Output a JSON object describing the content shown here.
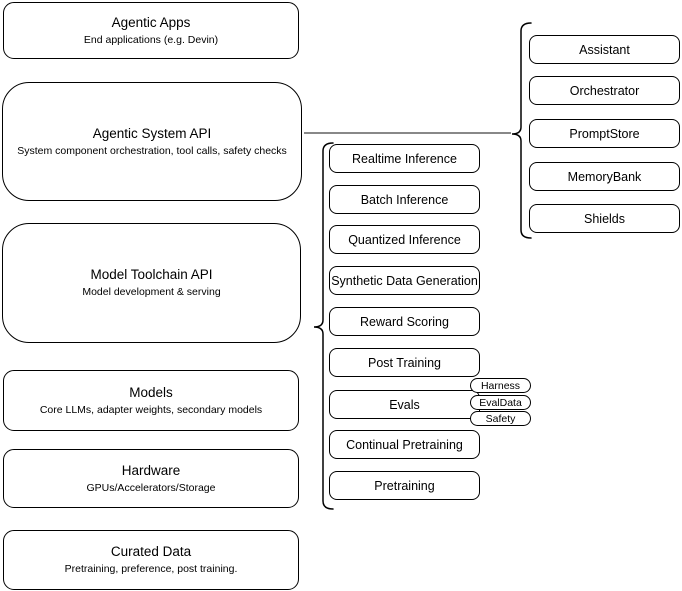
{
  "diagram": {
    "left_stack": [
      {
        "title": "Agentic Apps",
        "subtitle": "End applications (e.g. Devin)"
      },
      {
        "title": "Agentic System API",
        "subtitle": "System component orchestration, tool calls, safety checks"
      },
      {
        "title": "Model Toolchain API",
        "subtitle": "Model development & serving"
      },
      {
        "title": "Models",
        "subtitle": "Core LLMs, adapter weights, secondary models"
      },
      {
        "title": "Hardware",
        "subtitle": "GPUs/Accelerators/Storage"
      },
      {
        "title": "Curated Data",
        "subtitle": "Pretraining, preference, post training."
      }
    ],
    "toolchain_items": [
      "Realtime Inference",
      "Batch Inference",
      "Quantized Inference",
      "Synthetic Data Generation",
      "Reward Scoring",
      "Post Training",
      "Evals",
      "Continual Pretraining",
      "Pretraining"
    ],
    "evals_tags": [
      "Harness",
      "EvalData",
      "Safety"
    ],
    "system_components": [
      "Assistant",
      "Orchestrator",
      "PromptStore",
      "MemoryBank",
      "Shields"
    ],
    "colors": {
      "stroke": "#000000",
      "fill": "#ffffff",
      "connector": "#777777"
    }
  }
}
